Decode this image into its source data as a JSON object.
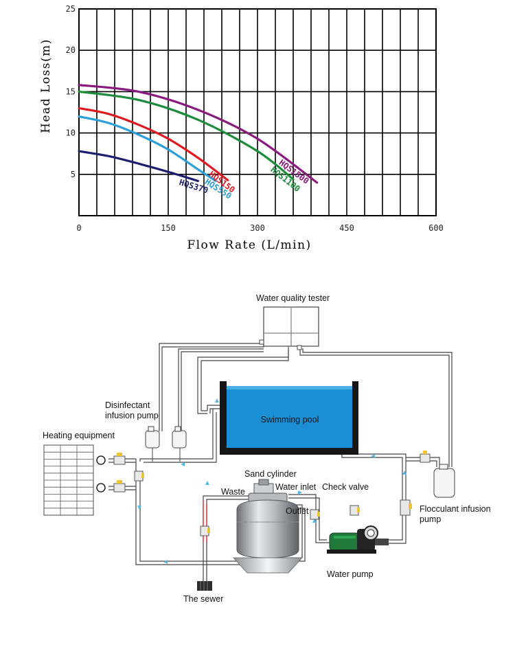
{
  "chart_data": {
    "type": "line",
    "title": "",
    "xlabel": "Flow Rate (L/min)",
    "ylabel": "Head Loss(m)",
    "xlim": [
      0,
      600
    ],
    "ylim": [
      0,
      25
    ],
    "x_ticks": [
      "0",
      "150",
      "300",
      "450",
      "600"
    ],
    "y_ticks": [
      "5",
      "10",
      "15",
      "20",
      "25"
    ],
    "grid": true,
    "series": [
      {
        "name": "HQS370",
        "color": "#1c1f6e",
        "x": [
          0,
          50,
          100,
          150,
          200
        ],
        "y": [
          7.8,
          7.2,
          6.3,
          5.3,
          4.2
        ]
      },
      {
        "name": "HQS550",
        "color": "#2b9fd9",
        "x": [
          0,
          50,
          100,
          150,
          200,
          230
        ],
        "y": [
          12.0,
          11.2,
          9.8,
          8.0,
          5.6,
          4.2
        ]
      },
      {
        "name": "HQS150",
        "color": "#e0181f",
        "x": [
          0,
          50,
          100,
          150,
          200,
          250
        ],
        "y": [
          13.0,
          12.3,
          11.0,
          9.3,
          7.0,
          4.3
        ]
      },
      {
        "name": "HQS1100",
        "color": "#1a8c3a",
        "x": [
          0,
          100,
          200,
          300,
          360
        ],
        "y": [
          15.0,
          14.0,
          11.6,
          7.8,
          4.4
        ]
      },
      {
        "name": "HQS1500",
        "color": "#8b1a7e",
        "x": [
          0,
          100,
          200,
          300,
          400
        ],
        "y": [
          15.8,
          15.0,
          12.8,
          9.3,
          4.0
        ]
      }
    ]
  },
  "diagram": {
    "labels": {
      "water_quality_tester": "Water quality tester",
      "disinfectant_line1": "Disinfectant",
      "disinfectant_line2": "infusion pump",
      "heating_equipment": "Heating equipment",
      "swimming_pool": "Swimming pool",
      "sand_cylinder": "Sand cylinder",
      "waste": "Waste",
      "water_inlet": "Water inlet",
      "check_valve": "Check valve",
      "outlet": "Outlet",
      "flocculant_line1": "Flocculant infusion",
      "flocculant_line2": "pump",
      "water_pump": "Water pump",
      "the_sewer": "The sewer"
    },
    "colors": {
      "pool_water": "#1a8fd6",
      "pipe_outline": "#444444",
      "flow_arrow": "#4fb8e8",
      "hot_pipe": "#e0181f",
      "valve_yellow": "#f2c12e",
      "pump_green": "#1f7a3a"
    }
  }
}
